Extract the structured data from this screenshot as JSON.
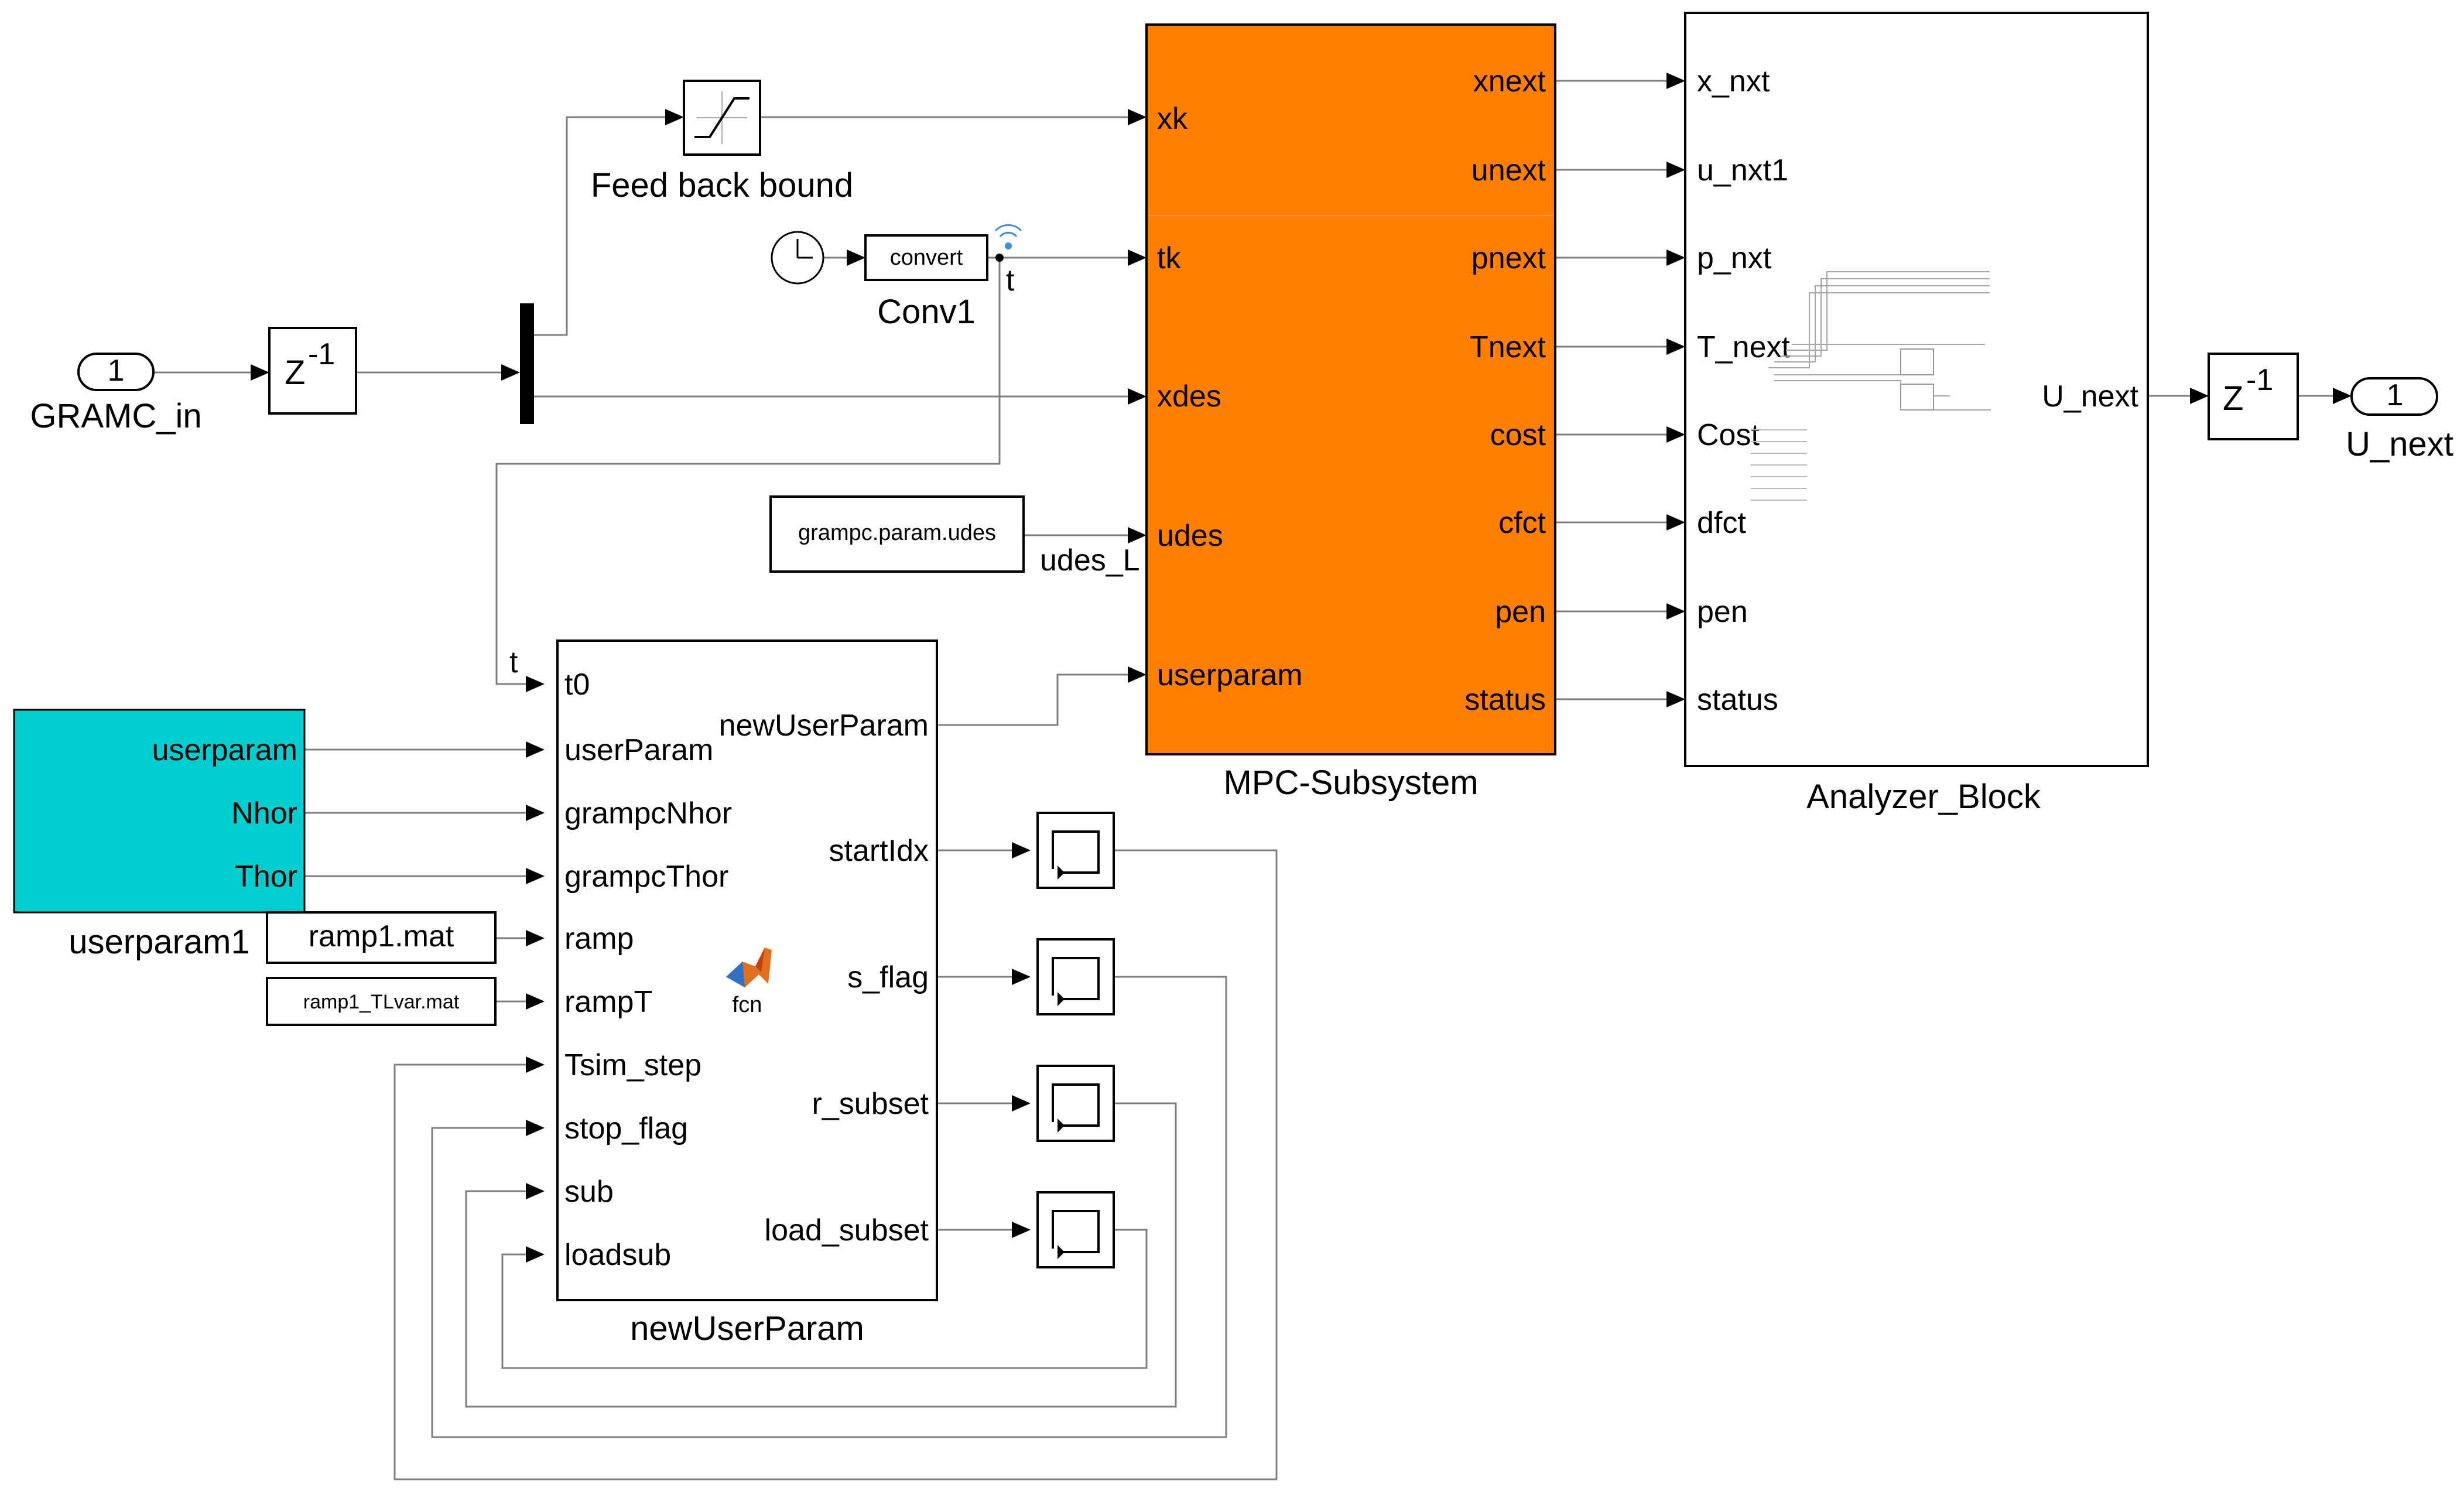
{
  "colors": {
    "mpc_fill": "#ff8000",
    "userparam_fill": "#00cdcd",
    "wire": "#7f7f7f",
    "block_border": "#000000",
    "signal_tag": "#3a8fd6"
  },
  "inport": {
    "number": "1",
    "name": "GRAMC_in"
  },
  "outport": {
    "number": "1",
    "name": "U_next"
  },
  "delay_left": {
    "symbol": "Z",
    "exponent": "-1"
  },
  "delay_right": {
    "symbol": "Z",
    "exponent": "-1"
  },
  "saturation": {
    "name": "Feed back bound",
    "icon": "saturation-icon"
  },
  "clock": {
    "icon": "clock-icon"
  },
  "convert_block": {
    "text": "convert",
    "name": "Conv1",
    "signal_label": "t"
  },
  "constant_udes": {
    "text": "grampc.param.udes",
    "signal_label": "udes_L"
  },
  "mpc": {
    "name": "MPC-Subsystem",
    "inputs": [
      "xk",
      "tk",
      "xdes",
      "udes",
      "userparam"
    ],
    "outputs": [
      "xnext",
      "unext",
      "pnext",
      "Tnext",
      "cost",
      "cfct",
      "pen",
      "status"
    ]
  },
  "analyzer": {
    "name": "Analyzer_Block",
    "inputs": [
      "x_nxt",
      "u_nxt1",
      "p_nxt",
      "T_next",
      "Cost",
      "dfct",
      "pen",
      "status"
    ],
    "output": "U_next"
  },
  "userparam_block": {
    "name": "userparam1",
    "outputs": [
      "userparam",
      "Nhor",
      "Thor"
    ]
  },
  "file_ramp": {
    "text": "ramp1.mat"
  },
  "file_rampT": {
    "text": "ramp1_TLvar.mat"
  },
  "fcn_block": {
    "name": "newUserParam",
    "icon_label": "fcn",
    "icon": "matlab-logo-icon",
    "t_label": "t",
    "inputs": [
      "t0",
      "userParam",
      "grampcNhor",
      "grampcThor",
      "ramp",
      "rampT",
      "Tsim_step",
      "stop_flag",
      "sub",
      "loadsub"
    ],
    "outputs": [
      "newUserParam",
      "startIdx",
      "s_flag",
      "r_subset",
      "load_subset"
    ]
  },
  "memory_blocks": {
    "icon": "memory-icon",
    "count": 4
  }
}
